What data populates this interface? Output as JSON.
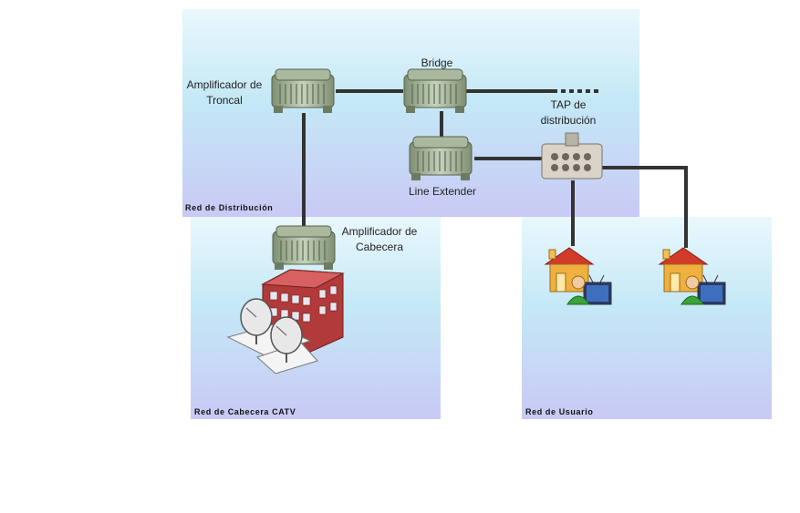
{
  "zones": {
    "distribucion": "Red de Distribución",
    "cabecera": "Red de Cabecera CATV",
    "usuario": "Red de Usuario"
  },
  "devices": {
    "amplificador_troncal": "Amplificador de Troncal",
    "bridge": "Bridge",
    "line_extender": "Line Extender",
    "tap": "TAP de distribución",
    "amplificador_cabecera": "Amplificador de Cabecera"
  },
  "colors": {
    "amplifier_body": "#9fb08f",
    "link": "#333333",
    "building": "#b23a3a",
    "house_roof": "#d23a2a"
  }
}
